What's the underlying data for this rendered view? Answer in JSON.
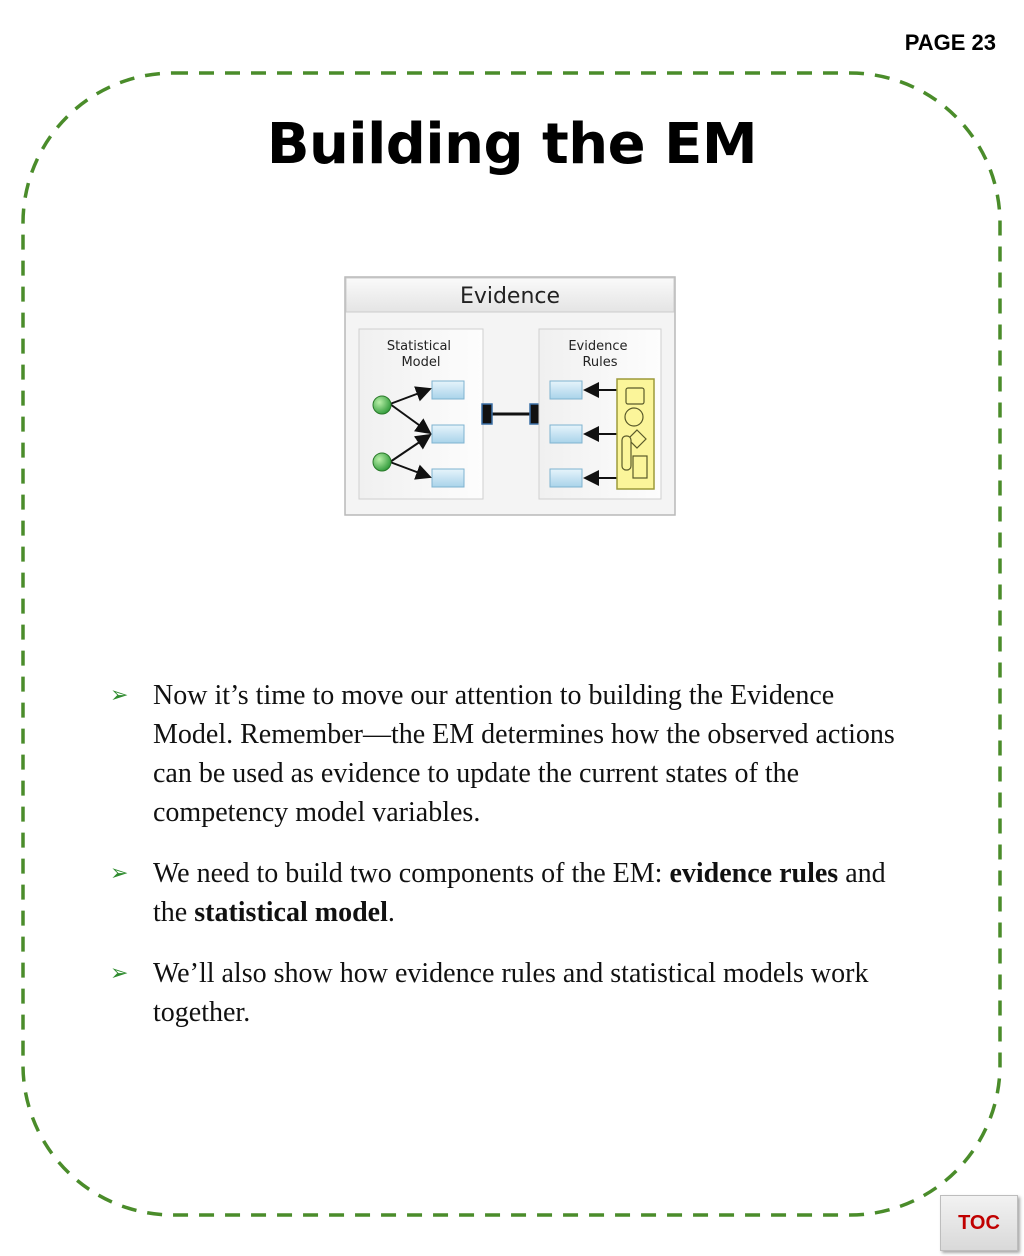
{
  "page_label": "PAGE 23",
  "title": "Building the EM",
  "diagram": {
    "header": "Evidence",
    "left_panel_label": [
      "Statistical",
      "Model"
    ],
    "right_panel_label": [
      "Evidence",
      "Rules"
    ]
  },
  "bullets": [
    {
      "parts": [
        {
          "text": "Now it’s time to move our attention to building the Evidence Model. Remember—the  EM determines how the observed actions can be used as evidence to update the current states of the competency model variables.",
          "bold": false
        }
      ]
    },
    {
      "parts": [
        {
          "text": "We need to build two components of the EM: ",
          "bold": false
        },
        {
          "text": "evidence rules",
          "bold": true
        },
        {
          "text": " and the ",
          "bold": false
        },
        {
          "text": "statistical model",
          "bold": true
        },
        {
          "text": ".",
          "bold": false
        }
      ]
    },
    {
      "parts": [
        {
          "text": "We’ll also show how evidence rules and statistical models work together.",
          "bold": false
        }
      ]
    }
  ],
  "toc_label": "TOC",
  "colors": {
    "frame_dash": "#4a8c2a",
    "bullet_arrow": "#2e8b2e",
    "toc_text": "#c00000"
  }
}
